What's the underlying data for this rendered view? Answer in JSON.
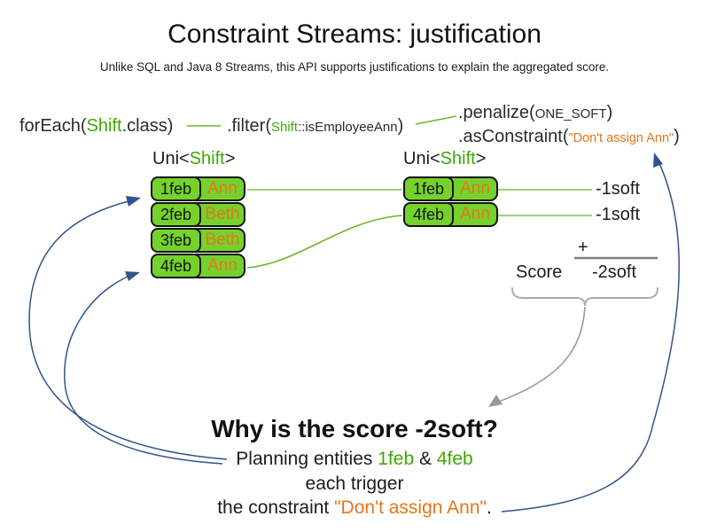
{
  "title": "Constraint Streams: justification",
  "subtitle": "Unlike SQL and Java 8 Streams, this API supports justifications to explain the aggregated score.",
  "colors": {
    "box_green": "#75d22c",
    "green_text": "#3ea800",
    "light_green_line": "#a8cf80",
    "green_line": "#6fb52c",
    "orange": "#e5761a",
    "blue_arrow": "#31538f",
    "gray": "#999999"
  },
  "code": {
    "foreach": {
      "pre": "forEach(",
      "class_name": "Shift",
      "post": ".class)"
    },
    "filter": {
      "pre": ".filter(",
      "class_name": "Shift",
      "method": "::isEmployeeAnn",
      "post": ")"
    },
    "penalize": {
      "pre": ".penalize(",
      "arg": "ONE_SOFT",
      "post": ")"
    },
    "as_constraint": {
      "pre": ".asConstraint(",
      "arg": "\"Don't assign Ann\"",
      "post": ")"
    }
  },
  "streams": {
    "left": {
      "type_pre": "Uni<",
      "type_class": "Shift",
      "type_post": ">",
      "rows": [
        {
          "date": "1feb",
          "employee": "Ann"
        },
        {
          "date": "2feb",
          "employee": "Beth"
        },
        {
          "date": "3feb",
          "employee": "Beth"
        },
        {
          "date": "4feb",
          "employee": "Ann"
        }
      ]
    },
    "right": {
      "type_pre": "Uni<",
      "type_class": "Shift",
      "type_post": ">",
      "rows": [
        {
          "date": "1feb",
          "employee": "Ann"
        },
        {
          "date": "4feb",
          "employee": "Ann"
        }
      ]
    }
  },
  "penalties": {
    "first": "-1soft",
    "second": "-1soft"
  },
  "score": {
    "plus": "+",
    "label": "Score",
    "value": "-2soft"
  },
  "explanation": {
    "heading": "Why is the score -2soft?",
    "line1_pre": "Planning entities ",
    "line1_entity1": "1feb",
    "line1_amp": " & ",
    "line1_entity2": "4feb",
    "line2": "each trigger",
    "line3_pre": "the constraint ",
    "line3_quote": "\"Don't assign Ann\"",
    "line3_post": "."
  }
}
